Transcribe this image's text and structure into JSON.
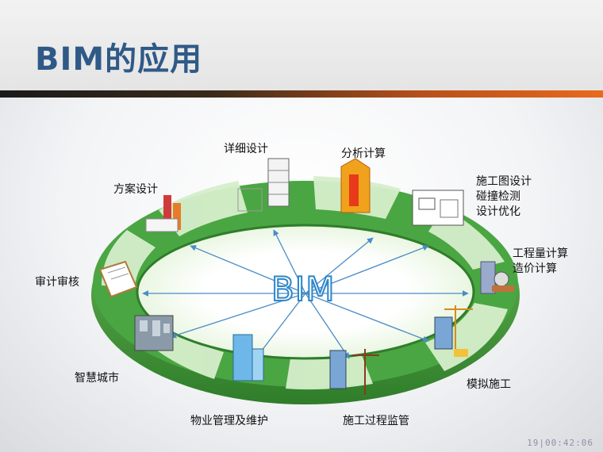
{
  "slide": {
    "title": "BIM的应用",
    "center": "BIM",
    "footer": "19|00:42:06"
  },
  "stages": [
    {
      "label": "详细设计"
    },
    {
      "label": "分析计算"
    },
    {
      "label": "施工图设计",
      "label2": "碰撞检测",
      "label3": "设计优化"
    },
    {
      "label": "工程量计算",
      "label2": "造价计算"
    },
    {
      "label": "模拟施工"
    },
    {
      "label": "施工过程监管"
    },
    {
      "label": "物业管理及维护"
    },
    {
      "label": "智慧城市"
    },
    {
      "label": "审计审核"
    },
    {
      "label": "方案设计"
    }
  ],
  "colors": {
    "title": "#2f5a87",
    "ring_green": "#3c9f3c",
    "ring_light": "#cfeac0",
    "spokes": "#4a8cc7"
  }
}
